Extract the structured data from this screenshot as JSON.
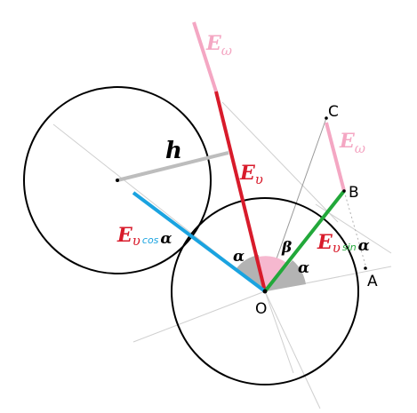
{
  "colors": {
    "red": "#d81b2b",
    "pink": "#f4a7c3",
    "blue": "#1aa3e0",
    "green": "#22a83a",
    "gray": "#bdbdbd",
    "shade": "#b3b3b3",
    "thin": "#cfcfcf"
  },
  "labels": {
    "e_omega_top": {
      "main": "E",
      "sub": "ω"
    },
    "e_omega_right": {
      "main": "E",
      "sub": "ω"
    },
    "e_v_red": {
      "main": "E",
      "sub": "υ"
    },
    "e_v_cos": {
      "main": "E",
      "sub": "υ",
      "suffix": "cos",
      "greek": "α"
    },
    "e_v_sin": {
      "main": "E",
      "sub": "υ",
      "suffix": "sin",
      "greek": "α"
    },
    "h": "h",
    "alpha_left": "α",
    "alpha_right": "α",
    "beta": "β",
    "point_O": "O",
    "point_A": "A",
    "point_B": "B",
    "point_C": "C"
  }
}
